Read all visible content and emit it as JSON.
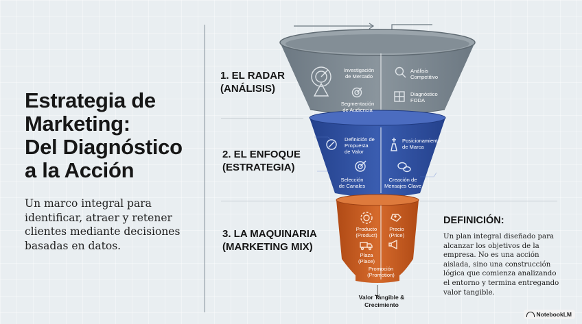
{
  "title": "Estrategia de\nMarketing:\nDel Diagnóstico\na la Acción",
  "subtitle": "Un marco integral para identificar, atraer y retener clientes mediante decisiones basadas en datos.",
  "stages": [
    {
      "label": "1. EL RADAR\n(ANÁLISIS)",
      "color": "#7b8790",
      "items": [
        {
          "label": "Investigación\nde Mercado",
          "icon": "radar-icon"
        },
        {
          "label": "Segmentación\nde Audiencia",
          "icon": "target-icon"
        },
        {
          "label": "Análisis\nCompetitivo",
          "icon": "magnifier-icon"
        },
        {
          "label": "Diagnóstico\nFODA",
          "icon": "swot-grid-icon"
        }
      ]
    },
    {
      "label": "2. EL ENFOQUE\n(ESTRATEGIA)",
      "color": "#2f4f9e",
      "items": [
        {
          "label": "Definición de\nPropuesta\nde Valor",
          "icon": "compass-icon"
        },
        {
          "label": "Selección\nde Canales",
          "icon": "dartboard-icon"
        },
        {
          "label": "Posicionamiento\nde Marca",
          "icon": "chess-piece-icon"
        },
        {
          "label": "Creación de\nMensajes Clave",
          "icon": "speech-bubbles-icon"
        }
      ]
    },
    {
      "label": "3. LA MAQUINARIA\n(MARKETING MIX)",
      "color": "#c4571e",
      "items": [
        {
          "label": "Producto\n(Product)",
          "icon": "gear-icon"
        },
        {
          "label": "Precio\n(Price)",
          "icon": "price-tag-icon"
        },
        {
          "label": "Plaza\n(Place)",
          "icon": "truck-icon"
        },
        {
          "label": "Promoción\n(Promotion)",
          "icon": "megaphone-icon"
        }
      ]
    }
  ],
  "definition": {
    "title": "DEFINICIÓN:",
    "text": "Un plan integral diseñado para alcanzar los objetivos de la empresa. No es una acción aislada, sino una construcción lógica que comienza analizando el entorno y termina entregando valor tangible."
  },
  "outcome": "Valor Tangible &\nCrecimiento",
  "brand": "NotebookLM",
  "colors": {
    "gray": "#7b8790",
    "blue": "#2f4f9e",
    "orange": "#c4571e",
    "background": "#e9eef1"
  }
}
